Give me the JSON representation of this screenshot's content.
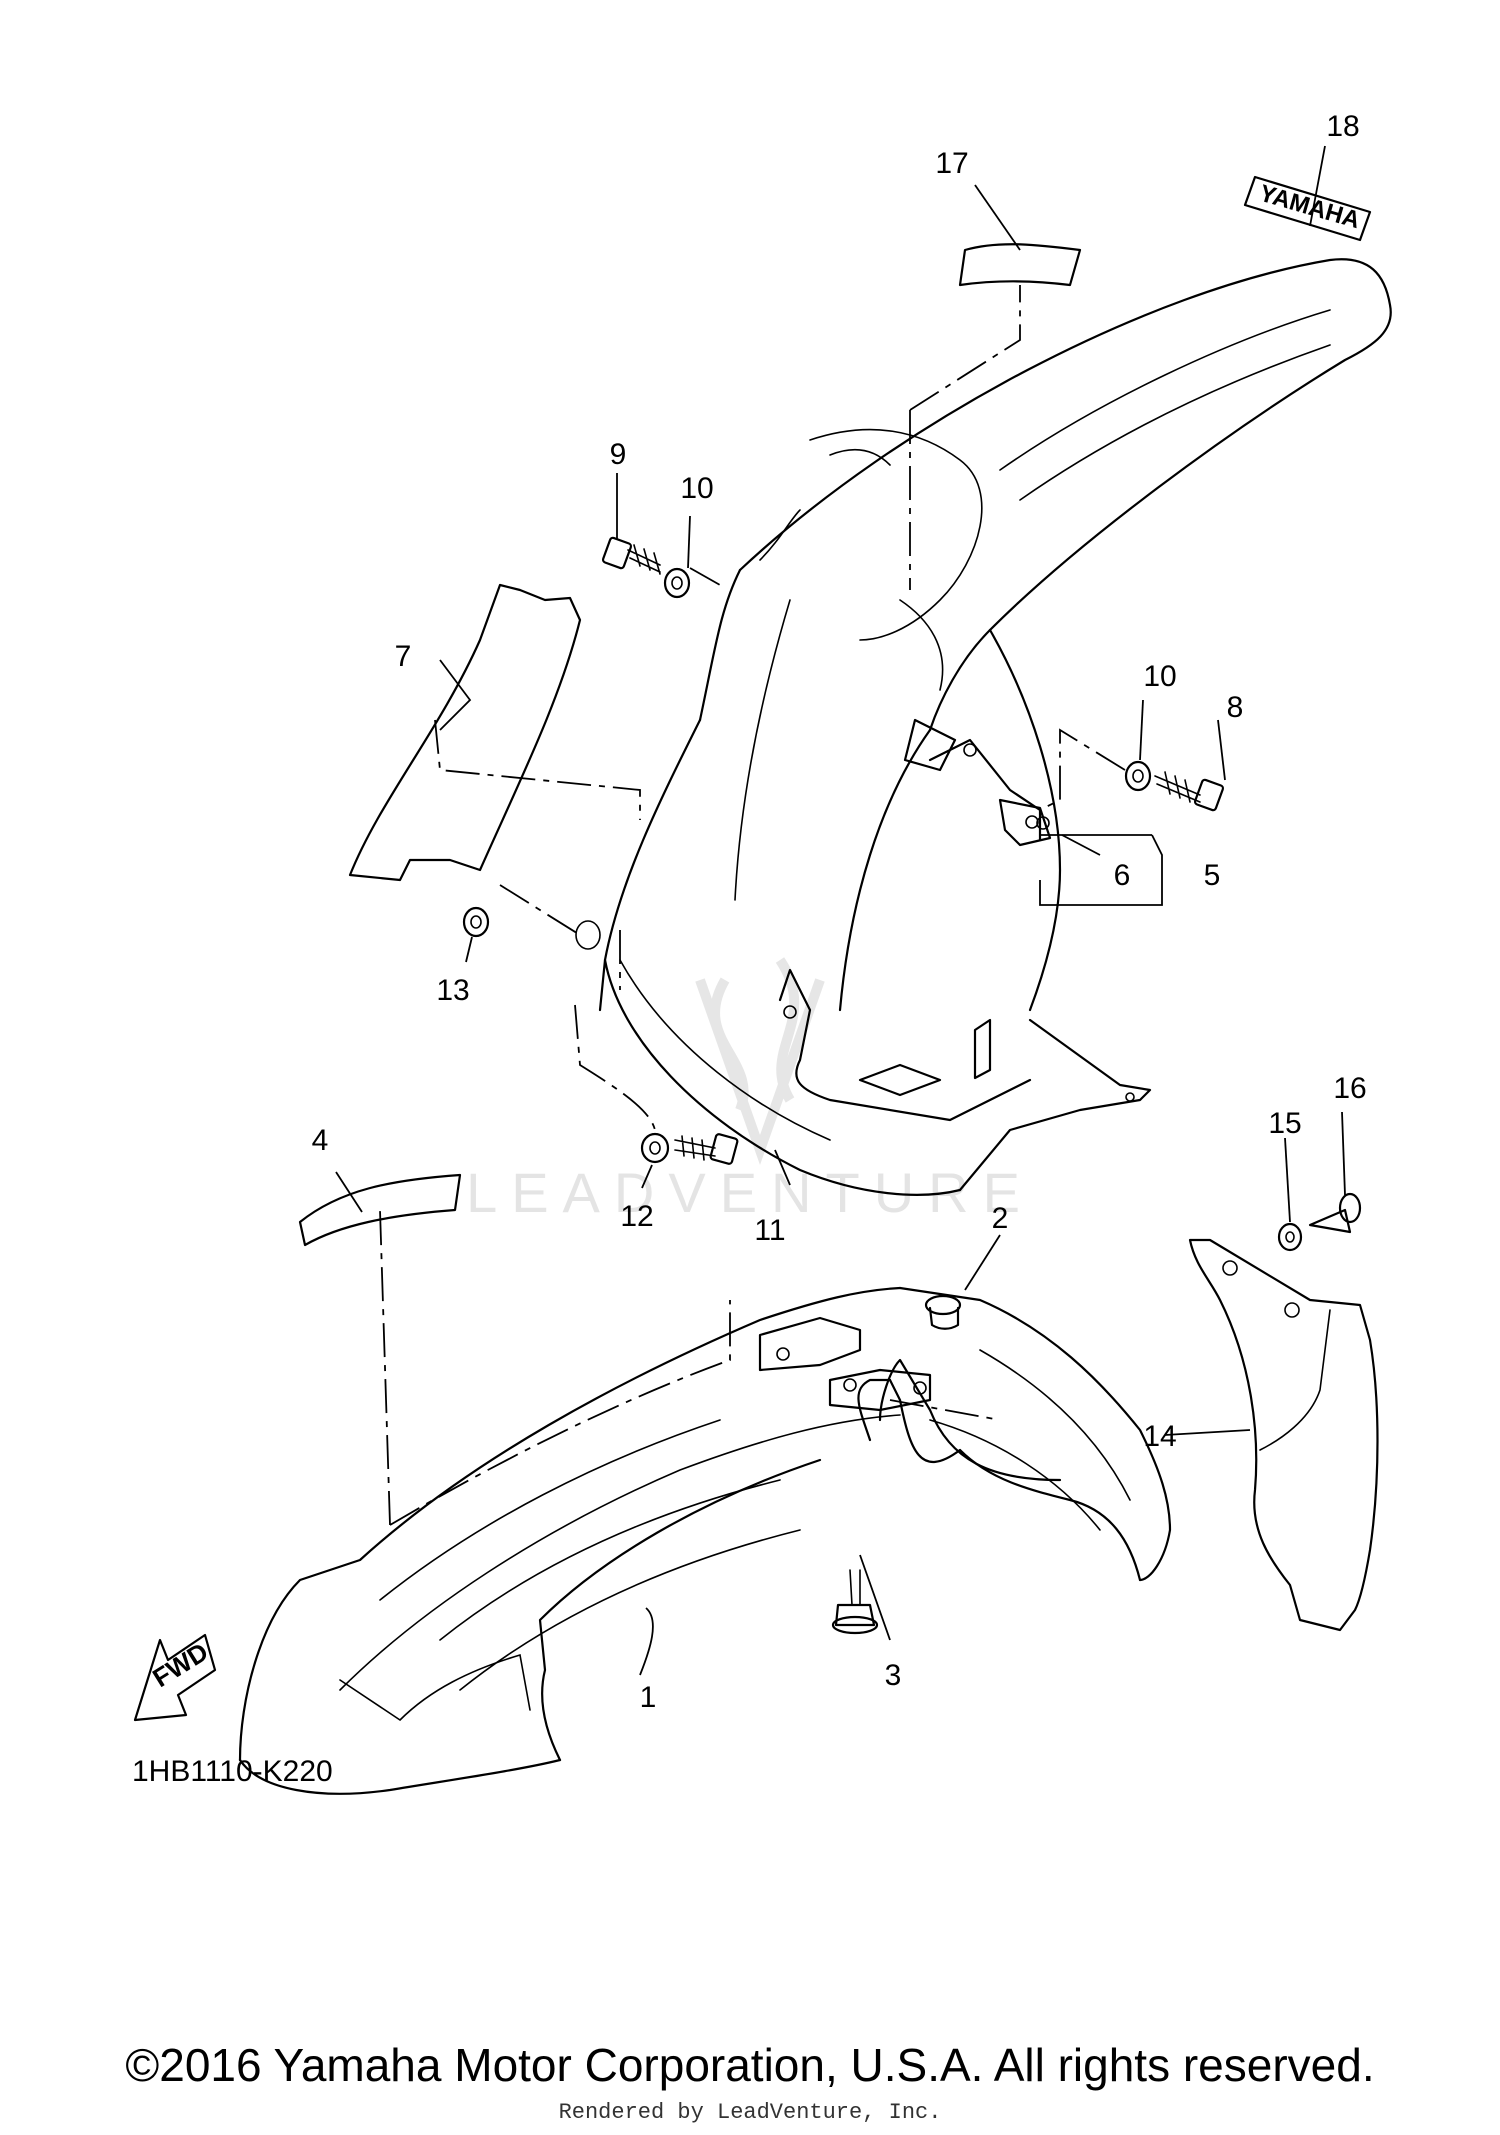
{
  "diagram": {
    "callouts": [
      "1",
      "2",
      "3",
      "4",
      "5",
      "6",
      "7",
      "8",
      "9",
      "10",
      "10",
      "11",
      "12",
      "13",
      "14",
      "15",
      "16",
      "17",
      "18"
    ],
    "watermark": "LEADVENTURE",
    "sticker_text": "YAMAHA",
    "fwd_label": "FWD",
    "diagram_code": "1HB1110-K220",
    "copyright": "©2016 Yamaha Motor Corporation, U.S.A. All rights reserved.",
    "rendered_by": "Rendered by LeadVenture, Inc."
  }
}
